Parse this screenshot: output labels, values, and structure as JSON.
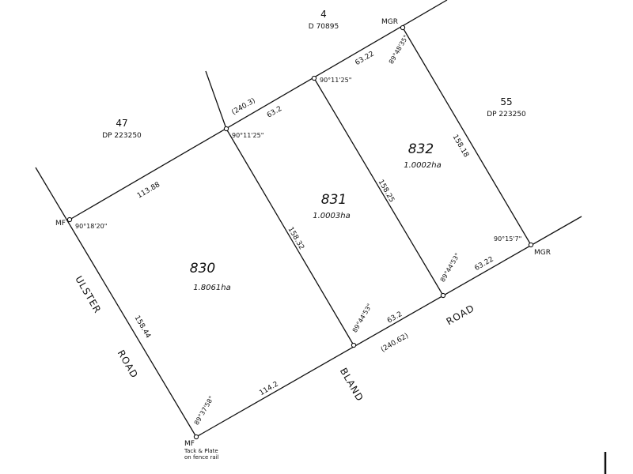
{
  "lots": [
    {
      "number": "830",
      "area": "1.8061ha"
    },
    {
      "number": "831",
      "area": "1.0003ha"
    },
    {
      "number": "832",
      "area": "1.0002ha"
    }
  ],
  "adjoining": [
    {
      "number": "4",
      "plan": "D 70895"
    },
    {
      "number": "47",
      "plan": "DP 223250"
    },
    {
      "number": "55",
      "plan": "DP 223250"
    }
  ],
  "roads": {
    "ulster_top": "ULSTER",
    "ulster_bottom": "ROAD",
    "bland": "BLAND",
    "bland_road": "ROAD"
  },
  "marks": {
    "mgr_top": "MGR",
    "mgr_right": "MGR",
    "mf_left": "MF",
    "mf_bottom": "MF",
    "mf_bottom_note1": "Tack & Plate",
    "mf_bottom_note2": "on fence rail"
  },
  "dimensions": {
    "top_seg_832": "63.22",
    "top_seg_831": "63.2",
    "top_total": "(240.3)",
    "north_830": "113.88",
    "west_830": "158.44",
    "bottom_830": "114.2",
    "bottom_831": "63.2",
    "bottom_total": "(240.62)",
    "bottom_832": "63.22",
    "line_830_831": "158.32",
    "line_831_832": "158.25",
    "east_832": "158.18"
  },
  "angles": {
    "a_mgr_top": "89°48'35\"",
    "a_831_top": "90°11'25\"",
    "a_830_top": "90°11'25\"",
    "a_mf_left": "90°18'20\"",
    "a_mf_bottom": "89°37'58\"",
    "a_830_bottom": "89°44'53\"",
    "a_831_bottom": "89°44'53\"",
    "a_mgr_right": "90°15'7\""
  }
}
